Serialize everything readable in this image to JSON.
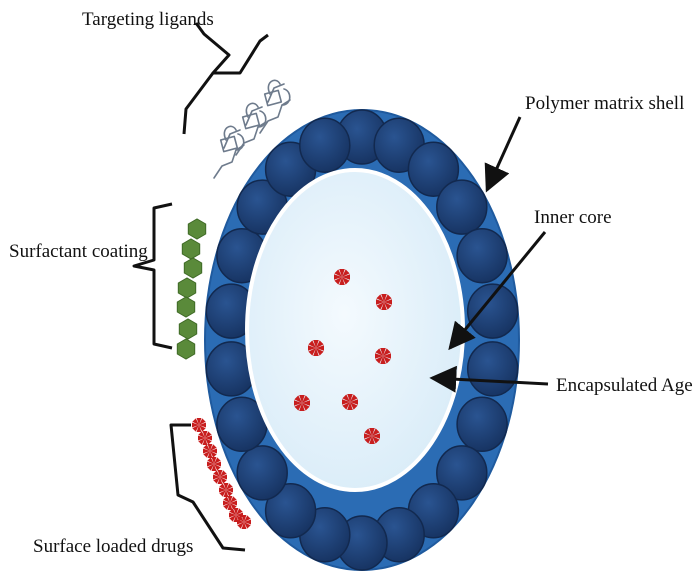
{
  "labels": {
    "targeting_ligands": "Targeting ligands",
    "polymer_matrix_shell": "Polymer matrix shell",
    "surfactant_coating": "Surfactant coating",
    "inner_core": "Inner core",
    "encapsulated_agent": "Encapsulated Agent",
    "surface_loaded_drugs": "Surface loaded drugs"
  },
  "colors": {
    "shell_outer": "#2b6cb4",
    "shell_bead": "#1e3f73",
    "core_fill": "#e6f3fb",
    "core_edge": "#ffffff",
    "surfactant": "#5a8a3a",
    "drug": "#c81e1e",
    "ligand_stroke": "#6e7b8c",
    "line": "#111111"
  }
}
